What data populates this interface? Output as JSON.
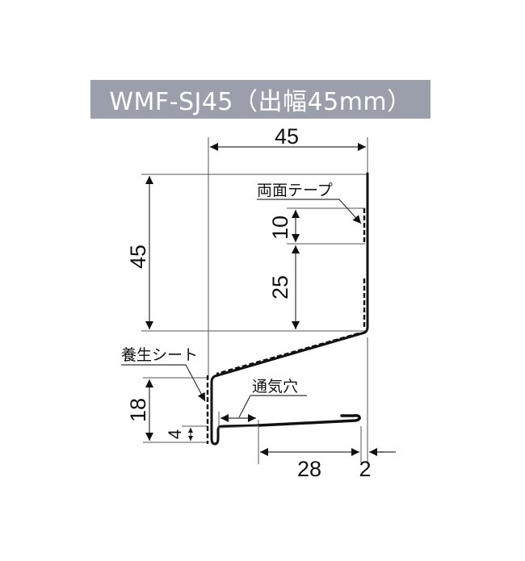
{
  "title": "WMF-SJ45（出幅45mm）",
  "colors": {
    "title_bg": "#9a9fab",
    "title_text": "#ffffff",
    "line": "#111111",
    "dim_line": "#555555"
  },
  "dimensions": {
    "top_width": "45",
    "left_height": "45",
    "tape_height": "10",
    "upper_gap": "25",
    "lower_height": "18",
    "hook_height": "4",
    "bottom_length": "28",
    "bottom_offset": "2"
  },
  "labels": {
    "double_sided_tape": "両面テープ",
    "protective_sheet": "養生シート",
    "vent_hole": "通気穴"
  }
}
